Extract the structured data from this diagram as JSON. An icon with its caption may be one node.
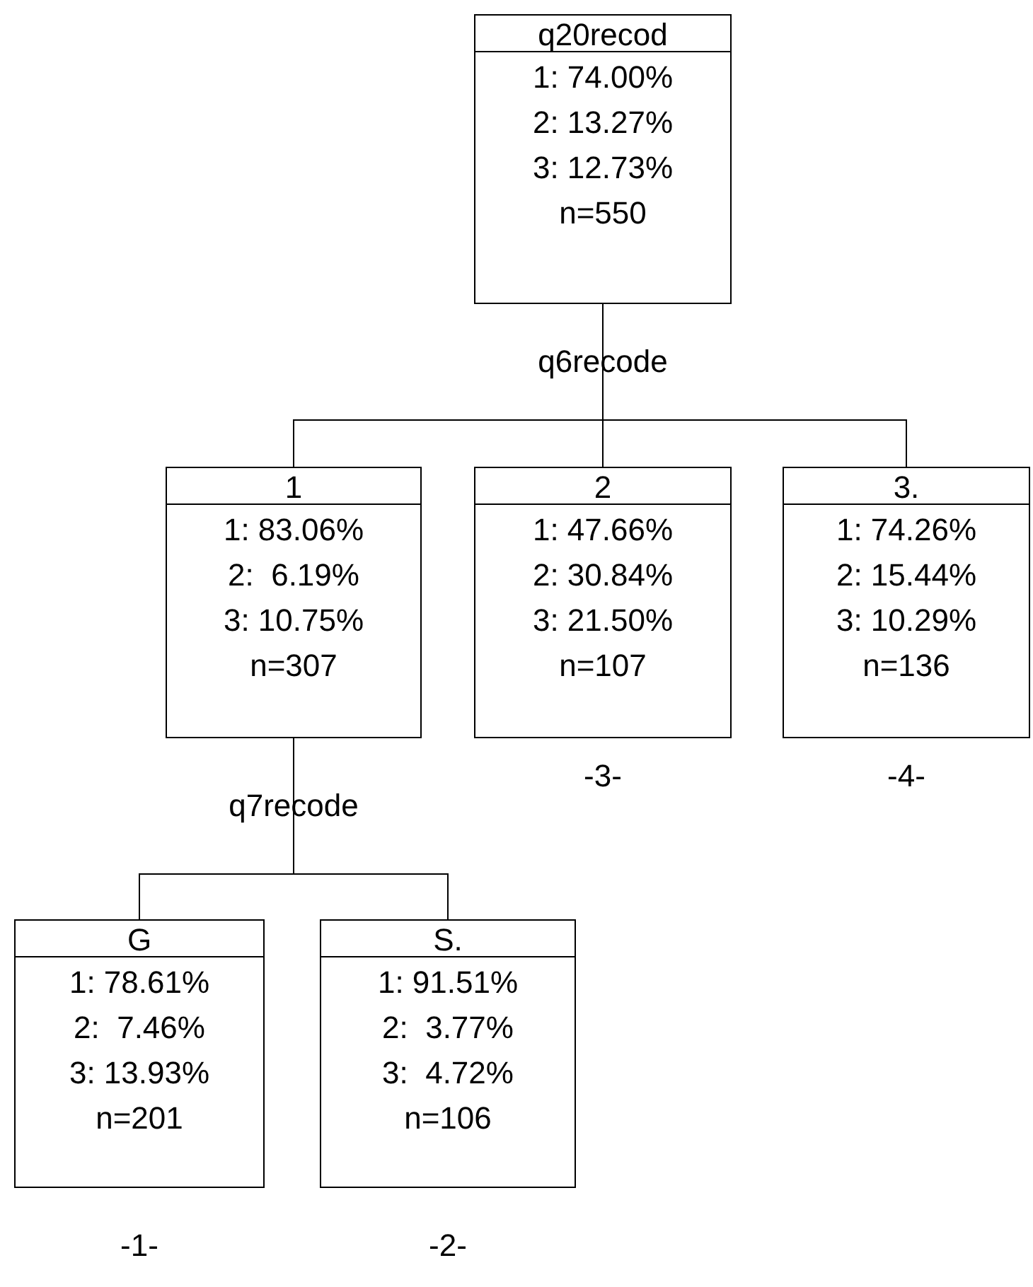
{
  "diagram": {
    "nodes": [
      {
        "text": [
          "q20recod",
          "1: 74.00%",
          "2: 13.27%",
          "3: 12.73%",
          "n=550"
        ]
      },
      {
        "text": [
          "1",
          "1: 83.06%",
          "2:  6.19%",
          "3: 10.75%",
          "n=307"
        ]
      },
      {
        "text": [
          "2",
          "1: 47.66%",
          "2: 30.84%",
          "3: 21.50%",
          "n=107"
        ],
        "beside": [
          "-3-"
        ]
      },
      {
        "text": [
          "3.",
          "1: 74.26%",
          "2: 15.44%",
          "3: 10.29%",
          "n=136"
        ],
        "beside": [
          "-4-"
        ]
      },
      {
        "text": [
          "G",
          "1: 78.61%",
          "2:  7.46%",
          "3: 13.93%",
          "n=201"
        ],
        "beside": [
          "-1-"
        ]
      },
      {
        "text": [
          "S.",
          "1: 91.51%",
          "2:  3.77%",
          "3:  4.72%",
          "n=106"
        ],
        "beside": [
          "-2-"
        ]
      }
    ],
    "edges": [
      {
        "from": 0,
        "to": 1,
        "arrow": "none"
      },
      {
        "from": 0,
        "to": 2,
        "arrow": "none",
        "label": "q6recode"
      },
      {
        "from": 0,
        "to": 3,
        "arrow": "none"
      },
      {
        "from": 1,
        "to": 4,
        "arrow": "none",
        "label": "q7recode"
      },
      {
        "from": 1,
        "to": 5,
        "arrow": "none"
      }
    ]
  }
}
